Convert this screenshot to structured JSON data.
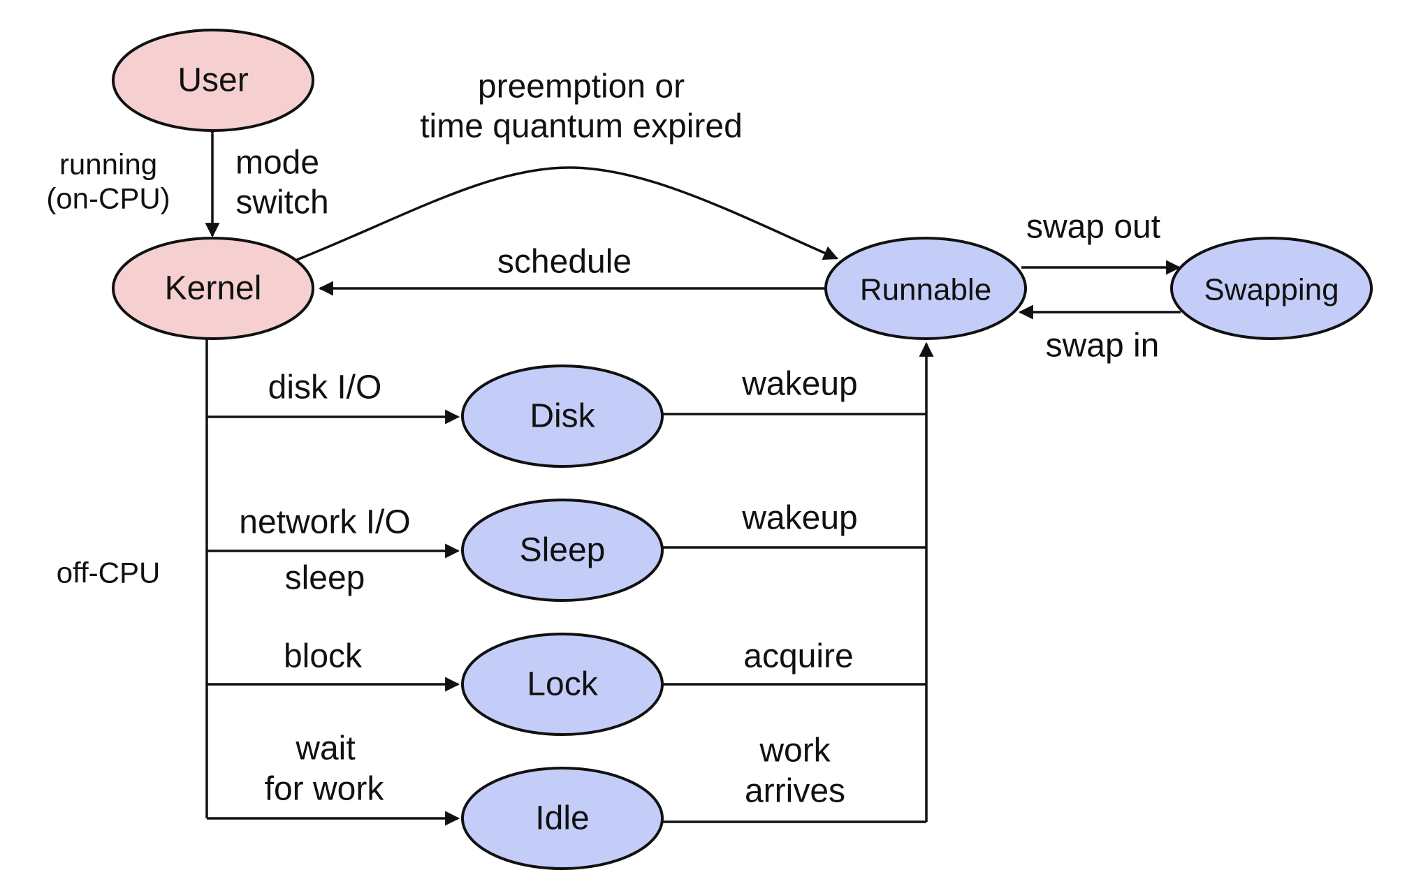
{
  "colors": {
    "cpu_state_fill": "#f6d0d0",
    "wait_state_fill": "#c4cdf8",
    "line": "#111111",
    "background": "#ffffff"
  },
  "nodes": {
    "user": "User",
    "kernel": "Kernel",
    "runnable": "Runnable",
    "swapping": "Swapping",
    "disk": "Disk",
    "sleep": "Sleep",
    "lock": "Lock",
    "idle": "Idle"
  },
  "side_labels": {
    "running_line1": "running",
    "running_line2": "(on-CPU)",
    "off_cpu": "off-CPU"
  },
  "edge_labels": {
    "mode_switch_line1": "mode",
    "mode_switch_line2": "switch",
    "preemption_line1": "preemption or",
    "preemption_line2": "time quantum expired",
    "schedule": "schedule",
    "swap_out": "swap out",
    "swap_in": "swap in",
    "disk_io": "disk I/O",
    "network_io": "network I/O",
    "sleep": "sleep",
    "block": "block",
    "wait_line1": "wait",
    "wait_line2": "for work",
    "wakeup_disk": "wakeup",
    "wakeup_sleep": "wakeup",
    "acquire": "acquire",
    "work_arrives_line1": "work",
    "work_arrives_line2": "arrives"
  }
}
